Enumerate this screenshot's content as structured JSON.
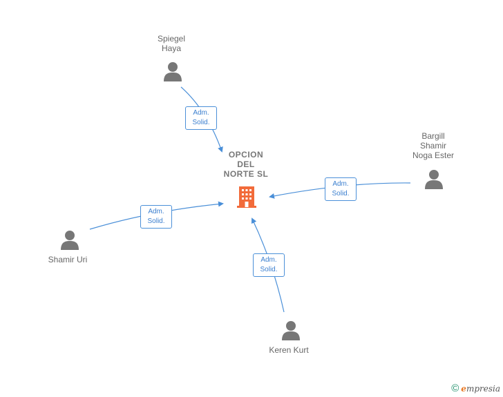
{
  "company": {
    "name": "OPCION\nDEL\nNORTE SL",
    "icon": "building-icon",
    "color": "#f26b3a"
  },
  "people": [
    {
      "id": "spiegel",
      "name": "Spiegel\nHaya",
      "icon": "person-icon"
    },
    {
      "id": "bargill",
      "name": "Bargill\nShamir\nNoga Ester",
      "icon": "person-icon"
    },
    {
      "id": "shamir-uri",
      "name": "Shamir Uri",
      "icon": "person-icon"
    },
    {
      "id": "keren-kurt",
      "name": "Keren Kurt",
      "icon": "person-icon"
    }
  ],
  "relations": [
    {
      "from": "spiegel",
      "role_line1": "Adm.",
      "role_line2": "Solid."
    },
    {
      "from": "bargill",
      "role_line1": "Adm.",
      "role_line2": "Solid."
    },
    {
      "from": "shamir-uri",
      "role_line1": "Adm.",
      "role_line2": "Solid."
    },
    {
      "from": "keren-kurt",
      "role_line1": "Adm.",
      "role_line2": "Solid."
    }
  ],
  "colors": {
    "edge": "#4a8fd8",
    "person": "#777777",
    "company_icon": "#f26b3a"
  },
  "footer": {
    "copyright_symbol": "©",
    "brand_first": "e",
    "brand_rest": "mpresia"
  }
}
